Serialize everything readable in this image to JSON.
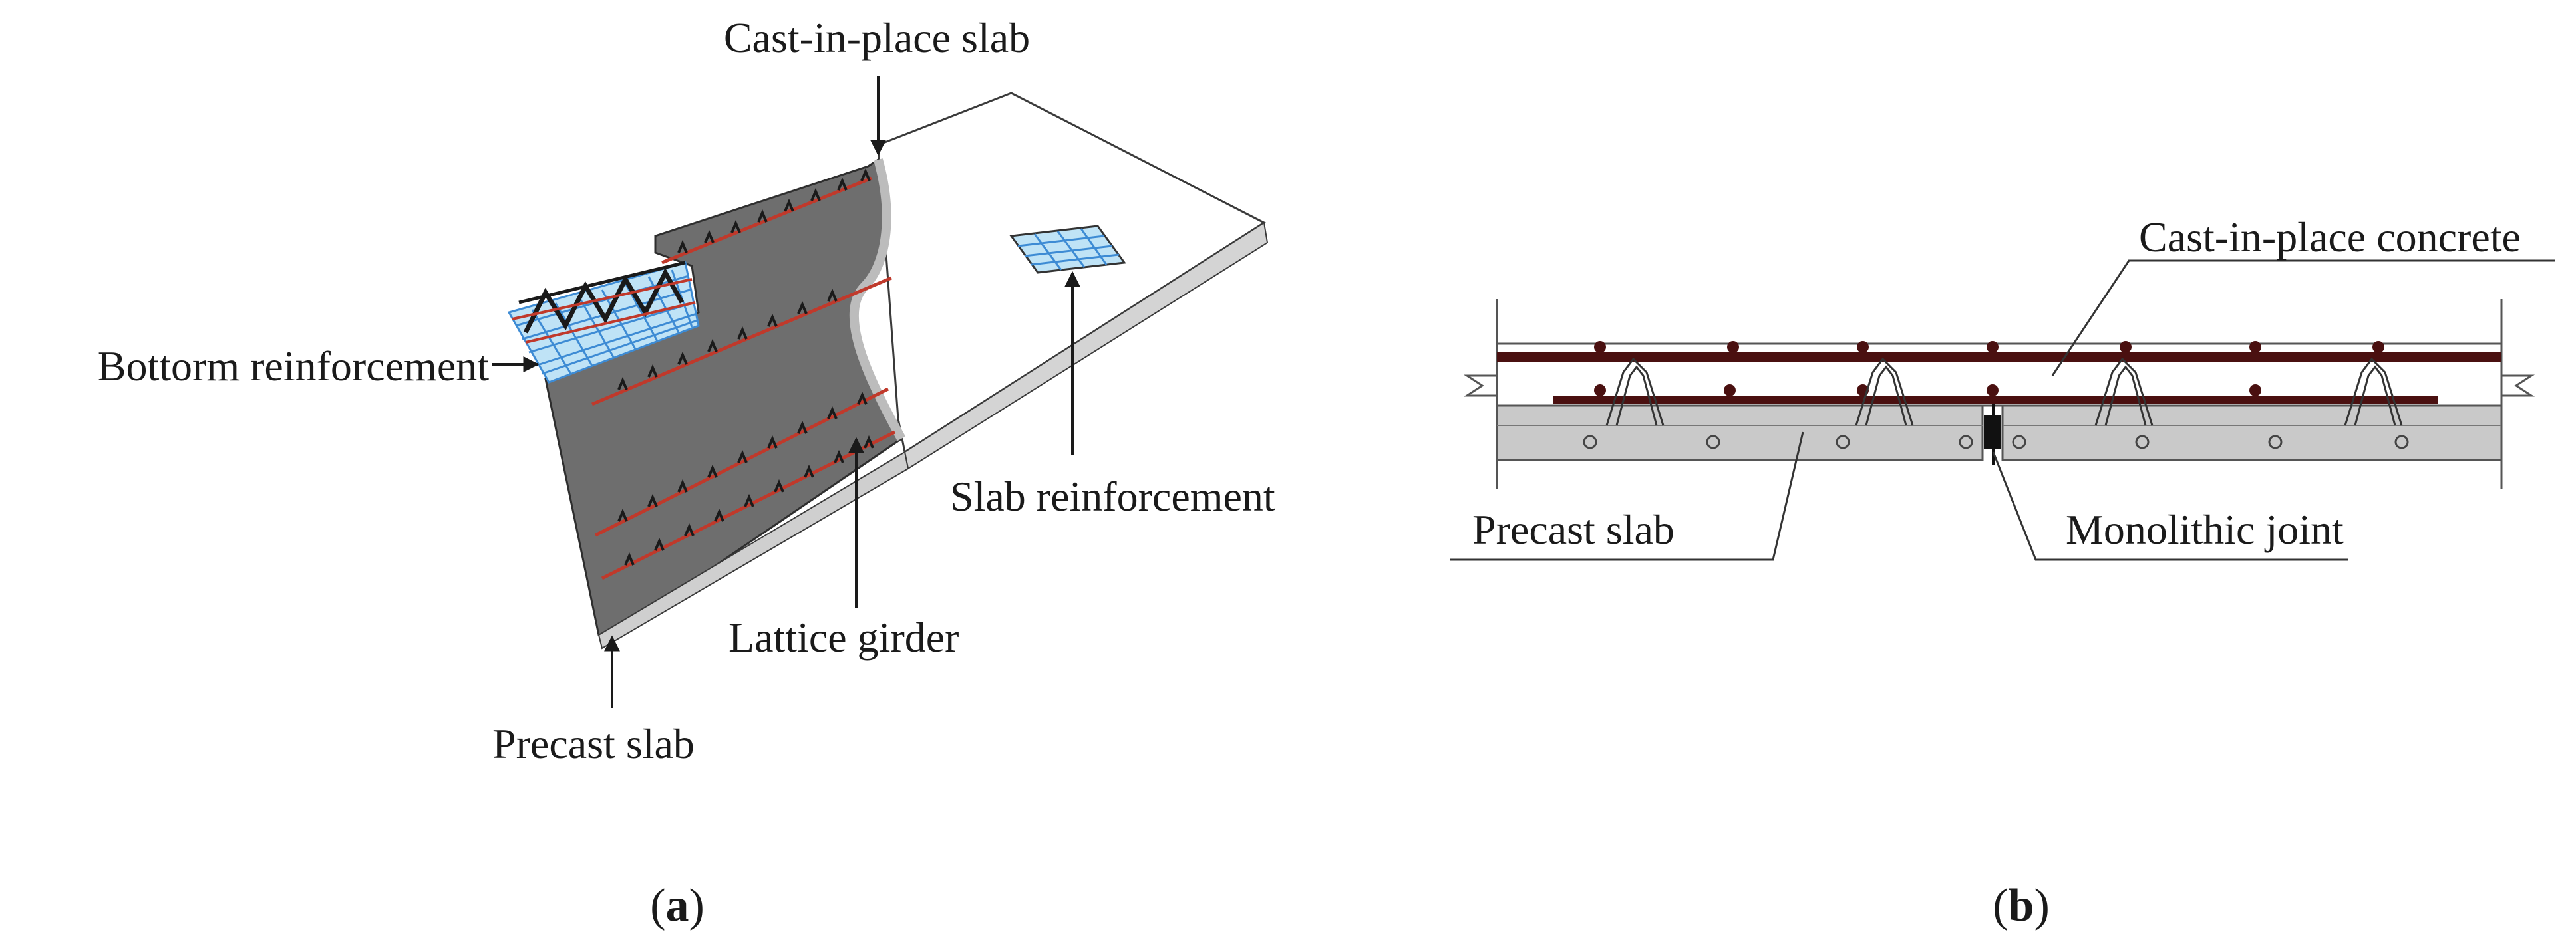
{
  "panel_a": {
    "labels": {
      "cast_in_place_slab": "Cast-in-place slab",
      "bottom_reinforcement": "Bottorm reinforcement",
      "slab_reinforcement": "Slab reinforcement",
      "lattice_girder": "Lattice girder",
      "precast_slab": "Precast slab"
    },
    "caption_pre": "(",
    "caption_letter": "a",
    "caption_post": ")"
  },
  "panel_b": {
    "labels": {
      "cast_in_place_concrete": "Cast-in-place concrete",
      "precast_slab": "Precast slab",
      "monolithic_joint": "Monolithic joint"
    },
    "caption_pre": "(",
    "caption_letter": "b",
    "caption_post": ")"
  },
  "colors": {
    "precast_face": "#6e6e6e",
    "slab_top": "#ffffff",
    "slab_edge": "#d4d4d4",
    "rebar_red": "#c0392b",
    "mesh_blue": "#3d8bd4",
    "mesh_fill": "#bfe3f6",
    "dark_bar": "#4a1010",
    "precast_band": "#c9c9c9"
  }
}
